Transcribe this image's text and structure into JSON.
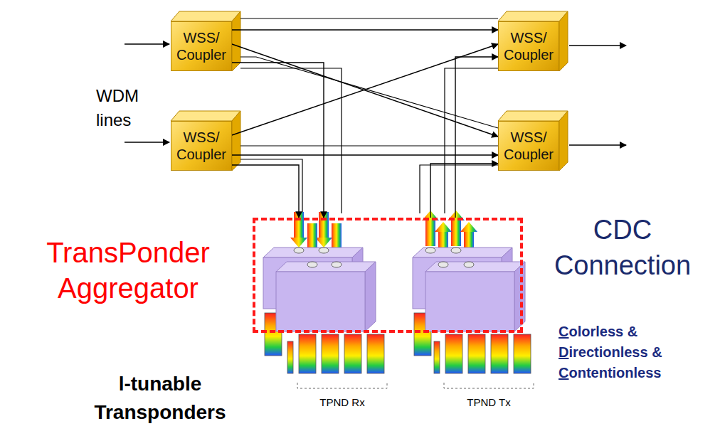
{
  "diagram": {
    "nodes": [
      {
        "text": [
          "WSS/ Coupler"
        ]
      },
      {
        "text": [
          "WSS/ Coupler"
        ]
      },
      {
        "text": [
          "WSS/ Coupler"
        ]
      },
      {
        "text": [
          "WSS/ Coupler"
        ]
      },
      {
        "text": [
          "TransPonder Aggregator"
        ]
      }
    ],
    "edges": [
      {
        "from": 0,
        "to": 2,
        "arrow": "to"
      },
      {
        "from": 0,
        "to": 3,
        "arrow": "to"
      },
      {
        "from": 1,
        "to": 2,
        "arrow": "to"
      },
      {
        "from": 1,
        "to": 3,
        "arrow": "to"
      },
      {
        "from": 0,
        "to": 4,
        "arrow": "to"
      },
      {
        "from": 1,
        "to": 4,
        "arrow": "to"
      },
      {
        "from": 4,
        "to": 2,
        "arrow": "to"
      },
      {
        "from": 4,
        "to": 3,
        "arrow": "to"
      }
    ],
    "labels": [
      "WDM lines",
      "CDC Connection",
      "Colorless &",
      "Directionless &",
      "Contentionless",
      "l-tunable Transponders",
      "TPND Rx",
      "TPND Tx"
    ]
  }
}
